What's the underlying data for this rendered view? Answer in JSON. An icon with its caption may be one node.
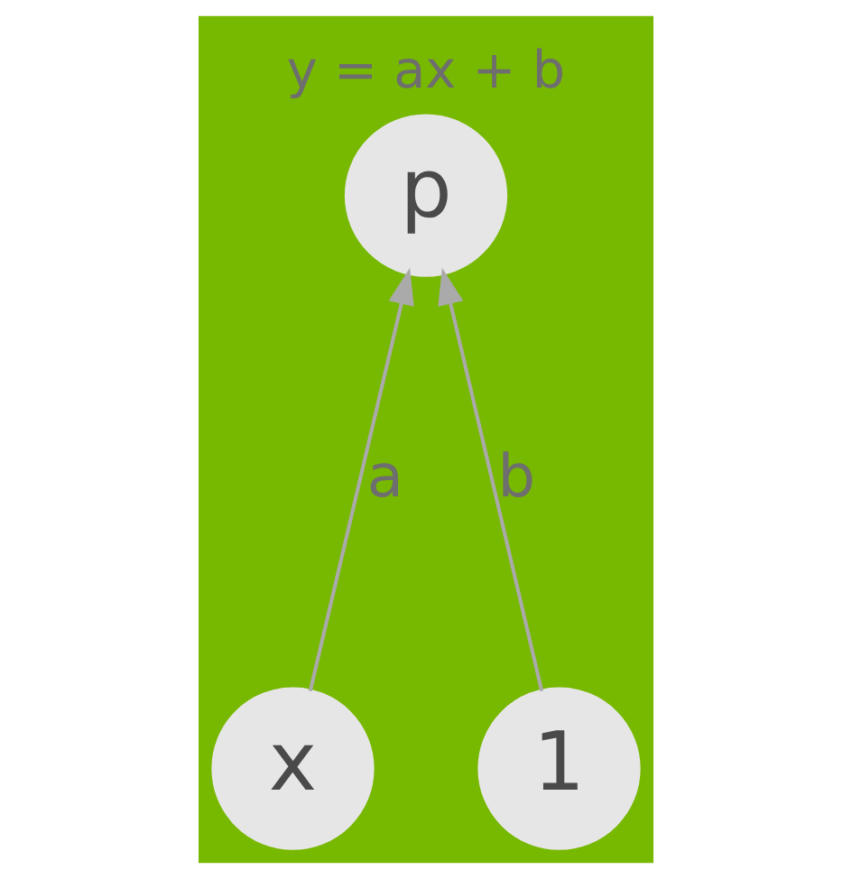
{
  "diagram": {
    "title": "y = ax + b",
    "nodes": [
      {
        "text": [
          "p"
        ]
      },
      {
        "text": [
          "x"
        ]
      },
      {
        "text": [
          "1"
        ]
      }
    ],
    "edges": [
      {
        "from": 1,
        "to": 0,
        "arrow": "to",
        "label": "a"
      },
      {
        "from": 2,
        "to": 0,
        "arrow": "to",
        "label": "b"
      }
    ]
  }
}
